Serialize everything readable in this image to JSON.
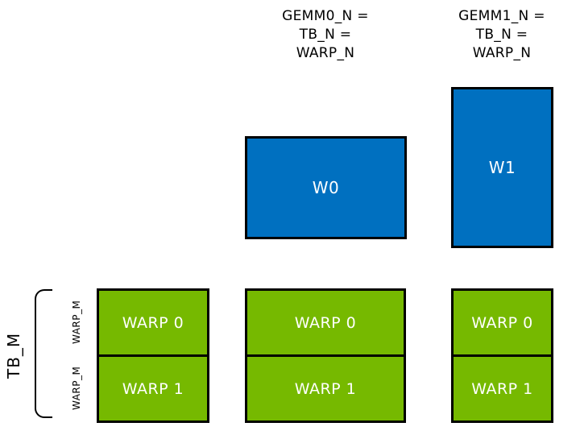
{
  "diagram": {
    "headers": [
      {
        "text": "GEMM0_N =\nTB_N =\nWARP_N"
      },
      {
        "text": "GEMM1_N =\nTB_N =\nWARP_N"
      }
    ],
    "warp_accum_boxes": [
      {
        "label": "W0"
      },
      {
        "label": "W1"
      }
    ],
    "left_axis": {
      "tb_m": "TB_M",
      "warp_m": [
        "WARP_M",
        "WARP_M"
      ]
    },
    "warp_tile_columns": [
      {
        "cells": [
          "WARP 0",
          "WARP 1"
        ]
      },
      {
        "cells": [
          "WARP 0",
          "WARP 1"
        ]
      },
      {
        "cells": [
          "WARP 0",
          "WARP 1"
        ]
      }
    ],
    "colors": {
      "blue": "#0070C0",
      "green": "#76B900",
      "outline": "#000000",
      "label_text": "#FFFFFF"
    }
  }
}
